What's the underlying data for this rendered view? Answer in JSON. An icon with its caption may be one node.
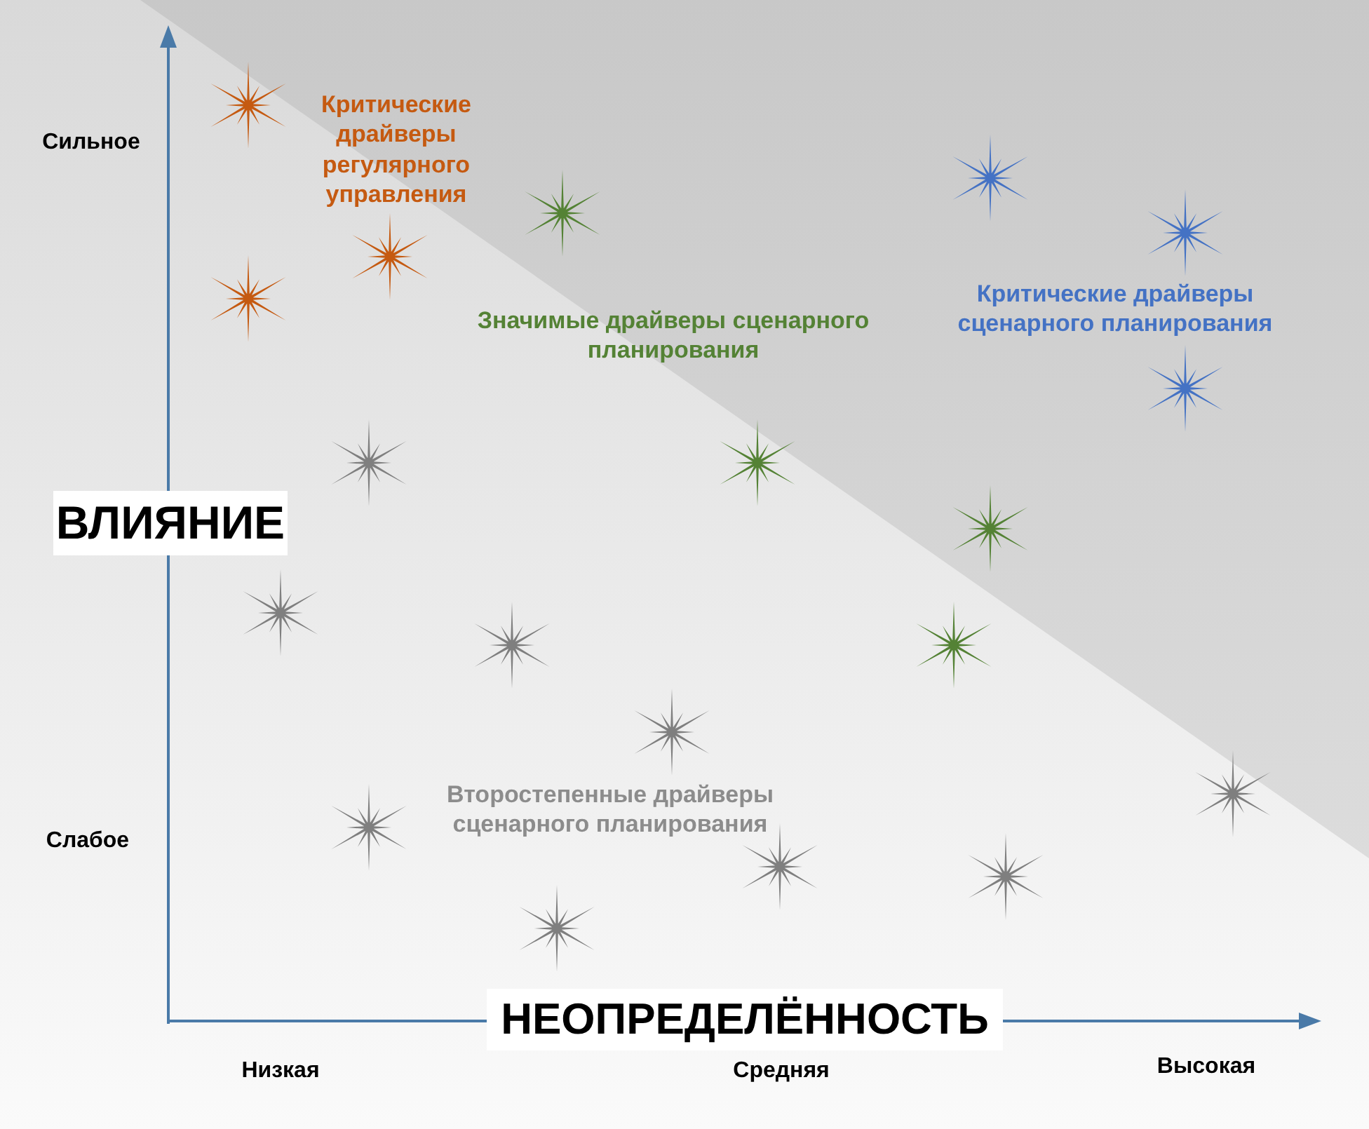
{
  "diagram": {
    "labels": [
      "Сильное",
      "Критические драйверы регулярного управления",
      "Значимые драйверы сценарного планирования",
      "Критические драйверы сценарного планирования",
      "ВЛИЯНИЕ",
      "Второстепенные драйверы сценарного планирования",
      "Слабое",
      "НЕОПРЕДЕЛЁННОСТЬ",
      "Низкая",
      "Средняя",
      "Высокая"
    ]
  }
}
